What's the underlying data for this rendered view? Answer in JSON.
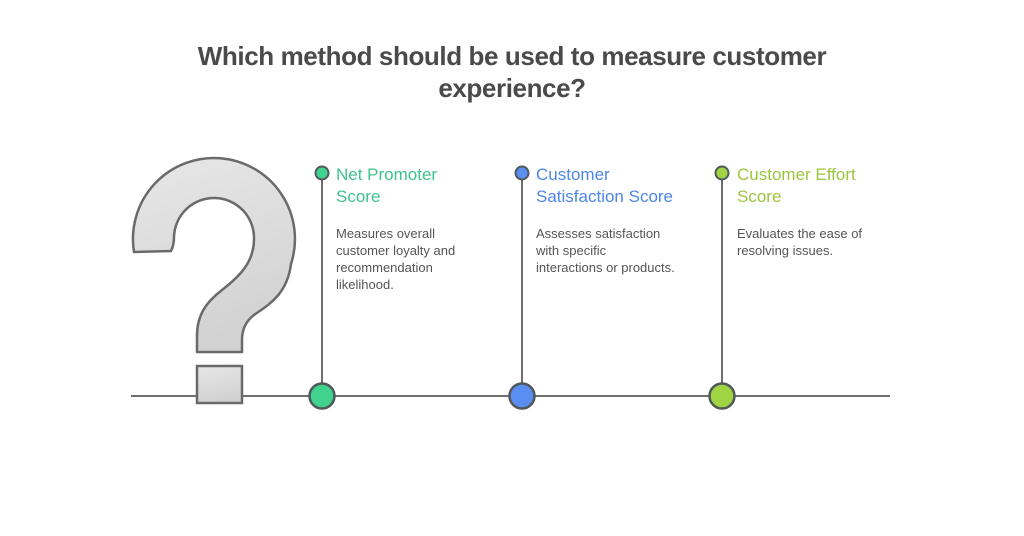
{
  "title": "Which method should be used to measure customer\nexperience?",
  "title_color": "#4a4a4a",
  "description_color": "#555555",
  "line_color": "#6e6e6e",
  "circle_stroke": "#51585c",
  "question_mark": {
    "glyph": "?",
    "fill_top": "#e7e7e7",
    "fill_bottom": "#d2d2d2",
    "stroke": "#6a6a6a"
  },
  "columns": [
    {
      "title": "Net Promoter\nScore",
      "description": "Measures overall\ncustomer loyalty and\nrecommendation\nlikelihood.",
      "title_color": "#3fc28d",
      "dot_color": "#41d28d"
    },
    {
      "title": "Customer\nSatisfaction Score",
      "description": "Assesses satisfaction\nwith specific\ninteractions or products.",
      "title_color": "#4c86e6",
      "dot_color": "#5a8ef1"
    },
    {
      "title": "Customer Effort\nScore",
      "description": "Evaluates the ease of\nresolving issues.",
      "title_color": "#9cc53e",
      "dot_color": "#a1d443"
    }
  ]
}
